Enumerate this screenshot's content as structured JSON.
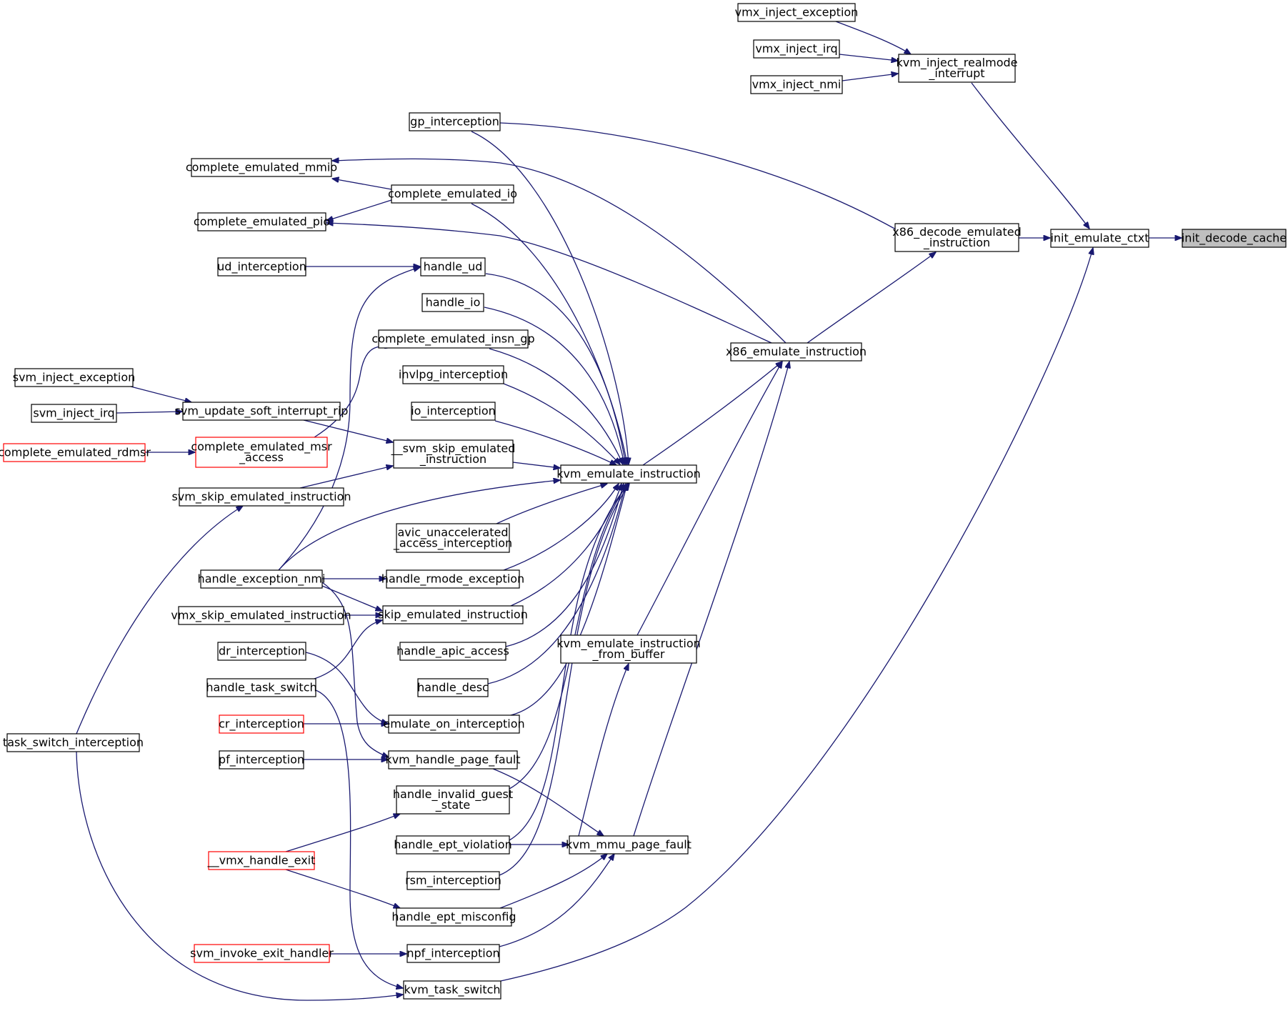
{
  "diagram": {
    "nodes": [
      {
        "id": "init_decode_cache",
        "lines": [
          "init_decode_cache"
        ],
        "style": "root"
      },
      {
        "id": "init_emulate_ctxt",
        "lines": [
          "init_emulate_ctxt"
        ]
      },
      {
        "id": "kvm_inject_realmode_interrupt",
        "lines": [
          "kvm_inject_realmode",
          "_interrupt"
        ]
      },
      {
        "id": "vmx_inject_exception",
        "lines": [
          "vmx_inject_exception"
        ]
      },
      {
        "id": "vmx_inject_irq",
        "lines": [
          "vmx_inject_irq"
        ]
      },
      {
        "id": "vmx_inject_nmi",
        "lines": [
          "vmx_inject_nmi"
        ]
      },
      {
        "id": "x86_decode_emulated_instruction",
        "lines": [
          "x86_decode_emulated",
          "_instruction"
        ]
      },
      {
        "id": "gp_interception",
        "lines": [
          "gp_interception"
        ]
      },
      {
        "id": "x86_emulate_instruction",
        "lines": [
          "x86_emulate_instruction"
        ]
      },
      {
        "id": "complete_emulated_mmio",
        "lines": [
          "complete_emulated_mmio"
        ]
      },
      {
        "id": "complete_emulated_io",
        "lines": [
          "complete_emulated_io"
        ]
      },
      {
        "id": "complete_emulated_pio",
        "lines": [
          "complete_emulated_pio"
        ]
      },
      {
        "id": "kvm_emulate_instruction",
        "lines": [
          "kvm_emulate_instruction"
        ]
      },
      {
        "id": "kvm_emulate_instruction_from_buffer",
        "lines": [
          "kvm_emulate_instruction",
          "_from_buffer"
        ]
      },
      {
        "id": "kvm_mmu_page_fault",
        "lines": [
          "kvm_mmu_page_fault"
        ]
      },
      {
        "id": "kvm_task_switch",
        "lines": [
          "kvm_task_switch"
        ]
      },
      {
        "id": "handle_ud",
        "lines": [
          "handle_ud"
        ]
      },
      {
        "id": "ud_interception",
        "lines": [
          "ud_interception"
        ]
      },
      {
        "id": "handle_io",
        "lines": [
          "handle_io"
        ]
      },
      {
        "id": "complete_emulated_insn_gp",
        "lines": [
          "complete_emulated_insn_gp"
        ]
      },
      {
        "id": "invlpg_interception",
        "lines": [
          "invlpg_interception"
        ]
      },
      {
        "id": "io_interception",
        "lines": [
          "io_interception"
        ]
      },
      {
        "id": "svm_skip_emulated_instruction_priv",
        "lines": [
          "__svm_skip_emulated",
          "_instruction"
        ]
      },
      {
        "id": "svm_update_soft_interrupt_rip",
        "lines": [
          "svm_update_soft_interrupt_rip"
        ]
      },
      {
        "id": "svm_inject_exception",
        "lines": [
          "svm_inject_exception"
        ]
      },
      {
        "id": "svm_inject_irq",
        "lines": [
          "svm_inject_irq"
        ]
      },
      {
        "id": "complete_emulated_msr_access",
        "lines": [
          "complete_emulated_msr",
          "_access"
        ],
        "style": "red"
      },
      {
        "id": "complete_emulated_rdmsr",
        "lines": [
          "complete_emulated_rdmsr"
        ],
        "style": "red"
      },
      {
        "id": "svm_skip_emulated_instruction",
        "lines": [
          "svm_skip_emulated_instruction"
        ]
      },
      {
        "id": "task_switch_interception",
        "lines": [
          "task_switch_interception"
        ]
      },
      {
        "id": "avic_unaccelerated_access_interception",
        "lines": [
          "avic_unaccelerated",
          "_access_interception"
        ]
      },
      {
        "id": "handle_exception_nmi",
        "lines": [
          "handle_exception_nmi"
        ]
      },
      {
        "id": "handle_rmode_exception",
        "lines": [
          "handle_rmode_exception"
        ]
      },
      {
        "id": "skip_emulated_instruction",
        "lines": [
          "skip_emulated_instruction"
        ]
      },
      {
        "id": "vmx_skip_emulated_instruction",
        "lines": [
          "vmx_skip_emulated_instruction"
        ]
      },
      {
        "id": "handle_apic_access",
        "lines": [
          "handle_apic_access"
        ]
      },
      {
        "id": "dr_interception",
        "lines": [
          "dr_interception"
        ]
      },
      {
        "id": "handle_task_switch",
        "lines": [
          "handle_task_switch"
        ]
      },
      {
        "id": "handle_desc",
        "lines": [
          "handle_desc"
        ]
      },
      {
        "id": "emulate_on_interception",
        "lines": [
          "emulate_on_interception"
        ]
      },
      {
        "id": "cr_interception",
        "lines": [
          "cr_interception"
        ],
        "style": "red"
      },
      {
        "id": "kvm_handle_page_fault",
        "lines": [
          "kvm_handle_page_fault"
        ]
      },
      {
        "id": "pf_interception",
        "lines": [
          "pf_interception"
        ]
      },
      {
        "id": "handle_invalid_guest_state",
        "lines": [
          "handle_invalid_guest",
          "_state"
        ]
      },
      {
        "id": "handle_ept_violation",
        "lines": [
          "handle_ept_violation"
        ]
      },
      {
        "id": "vmx_handle_exit",
        "lines": [
          "__vmx_handle_exit"
        ],
        "style": "red"
      },
      {
        "id": "rsm_interception",
        "lines": [
          "rsm_interception"
        ]
      },
      {
        "id": "handle_ept_misconfig",
        "lines": [
          "handle_ept_misconfig"
        ]
      },
      {
        "id": "npf_interception",
        "lines": [
          "npf_interception"
        ]
      },
      {
        "id": "svm_invoke_exit_handler",
        "lines": [
          "svm_invoke_exit_handler"
        ],
        "style": "red"
      }
    ],
    "edges": [
      {
        "from": "init_emulate_ctxt",
        "to": "init_decode_cache"
      },
      {
        "from": "kvm_inject_realmode_interrupt",
        "to": "init_emulate_ctxt"
      },
      {
        "from": "x86_decode_emulated_instruction",
        "to": "init_emulate_ctxt"
      },
      {
        "from": "kvm_task_switch",
        "to": "init_emulate_ctxt"
      },
      {
        "from": "vmx_inject_exception",
        "to": "kvm_inject_realmode_interrupt"
      },
      {
        "from": "vmx_inject_irq",
        "to": "kvm_inject_realmode_interrupt"
      },
      {
        "from": "vmx_inject_nmi",
        "to": "kvm_inject_realmode_interrupt"
      },
      {
        "from": "gp_interception",
        "to": "x86_decode_emulated_instruction"
      },
      {
        "from": "x86_emulate_instruction",
        "to": "x86_decode_emulated_instruction"
      },
      {
        "from": "x86_emulate_instruction",
        "to": "complete_emulated_mmio"
      },
      {
        "from": "x86_emulate_instruction",
        "to": "complete_emulated_pio"
      },
      {
        "from": "kvm_emulate_instruction",
        "to": "x86_emulate_instruction"
      },
      {
        "from": "kvm_emulate_instruction_from_buffer",
        "to": "x86_emulate_instruction"
      },
      {
        "from": "kvm_mmu_page_fault",
        "to": "x86_emulate_instruction"
      },
      {
        "from": "complete_emulated_io",
        "to": "complete_emulated_mmio"
      },
      {
        "from": "complete_emulated_io",
        "to": "complete_emulated_pio"
      },
      {
        "from": "gp_interception",
        "to": "kvm_emulate_instruction"
      },
      {
        "from": "complete_emulated_io",
        "to": "kvm_emulate_instruction"
      },
      {
        "from": "handle_ud",
        "to": "kvm_emulate_instruction"
      },
      {
        "from": "handle_io",
        "to": "kvm_emulate_instruction"
      },
      {
        "from": "complete_emulated_insn_gp",
        "to": "kvm_emulate_instruction"
      },
      {
        "from": "invlpg_interception",
        "to": "kvm_emulate_instruction"
      },
      {
        "from": "io_interception",
        "to": "kvm_emulate_instruction"
      },
      {
        "from": "svm_skip_emulated_instruction_priv",
        "to": "kvm_emulate_instruction"
      },
      {
        "from": "avic_unaccelerated_access_interception",
        "to": "kvm_emulate_instruction"
      },
      {
        "from": "handle_exception_nmi",
        "to": "kvm_emulate_instruction"
      },
      {
        "from": "handle_rmode_exception",
        "to": "kvm_emulate_instruction"
      },
      {
        "from": "skip_emulated_instruction",
        "to": "kvm_emulate_instruction"
      },
      {
        "from": "handle_apic_access",
        "to": "kvm_emulate_instruction"
      },
      {
        "from": "handle_desc",
        "to": "kvm_emulate_instruction"
      },
      {
        "from": "emulate_on_interception",
        "to": "kvm_emulate_instruction"
      },
      {
        "from": "handle_invalid_guest_state",
        "to": "kvm_emulate_instruction"
      },
      {
        "from": "handle_ept_violation",
        "to": "kvm_emulate_instruction"
      },
      {
        "from": "rsm_interception",
        "to": "kvm_emulate_instruction"
      },
      {
        "from": "ud_interception",
        "to": "handle_ud"
      },
      {
        "from": "handle_exception_nmi",
        "to": "handle_ud"
      },
      {
        "from": "complete_emulated_msr_access",
        "to": "complete_emulated_insn_gp"
      },
      {
        "from": "svm_update_soft_interrupt_rip",
        "to": "svm_skip_emulated_instruction_priv"
      },
      {
        "from": "svm_skip_emulated_instruction",
        "to": "svm_skip_emulated_instruction_priv"
      },
      {
        "from": "svm_inject_exception",
        "to": "svm_update_soft_interrupt_rip"
      },
      {
        "from": "svm_inject_irq",
        "to": "svm_update_soft_interrupt_rip"
      },
      {
        "from": "complete_emulated_rdmsr",
        "to": "complete_emulated_msr_access"
      },
      {
        "from": "task_switch_interception",
        "to": "svm_skip_emulated_instruction"
      },
      {
        "from": "task_switch_interception",
        "to": "kvm_task_switch"
      },
      {
        "from": "handle_exception_nmi",
        "to": "handle_rmode_exception"
      },
      {
        "from": "handle_exception_nmi",
        "to": "skip_emulated_instruction"
      },
      {
        "from": "handle_exception_nmi",
        "to": "kvm_handle_page_fault"
      },
      {
        "from": "vmx_skip_emulated_instruction",
        "to": "skip_emulated_instruction"
      },
      {
        "from": "handle_task_switch",
        "to": "skip_emulated_instruction"
      },
      {
        "from": "handle_task_switch",
        "to": "kvm_task_switch"
      },
      {
        "from": "dr_interception",
        "to": "emulate_on_interception"
      },
      {
        "from": "cr_interception",
        "to": "emulate_on_interception"
      },
      {
        "from": "pf_interception",
        "to": "kvm_handle_page_fault"
      },
      {
        "from": "kvm_handle_page_fault",
        "to": "kvm_mmu_page_fault"
      },
      {
        "from": "handle_ept_violation",
        "to": "kvm_mmu_page_fault"
      },
      {
        "from": "handle_ept_misconfig",
        "to": "kvm_mmu_page_fault"
      },
      {
        "from": "npf_interception",
        "to": "kvm_mmu_page_fault"
      },
      {
        "from": "kvm_mmu_page_fault",
        "to": "kvm_emulate_instruction_from_buffer"
      },
      {
        "from": "vmx_handle_exit",
        "to": "handle_invalid_guest_state"
      },
      {
        "from": "vmx_handle_exit",
        "to": "handle_ept_misconfig"
      },
      {
        "from": "svm_invoke_exit_handler",
        "to": "npf_interception"
      }
    ]
  }
}
